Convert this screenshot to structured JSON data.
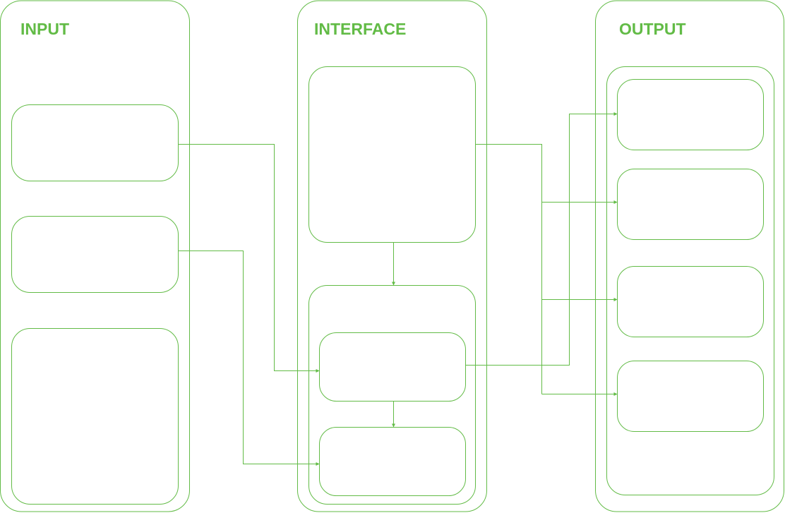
{
  "sections": {
    "input": {
      "title": "INPUT"
    },
    "interface": {
      "title": "INTERFACE"
    },
    "output": {
      "title": "OUTPUT"
    }
  },
  "colors": {
    "accent": "#62bb46",
    "background": "#ffffff"
  }
}
